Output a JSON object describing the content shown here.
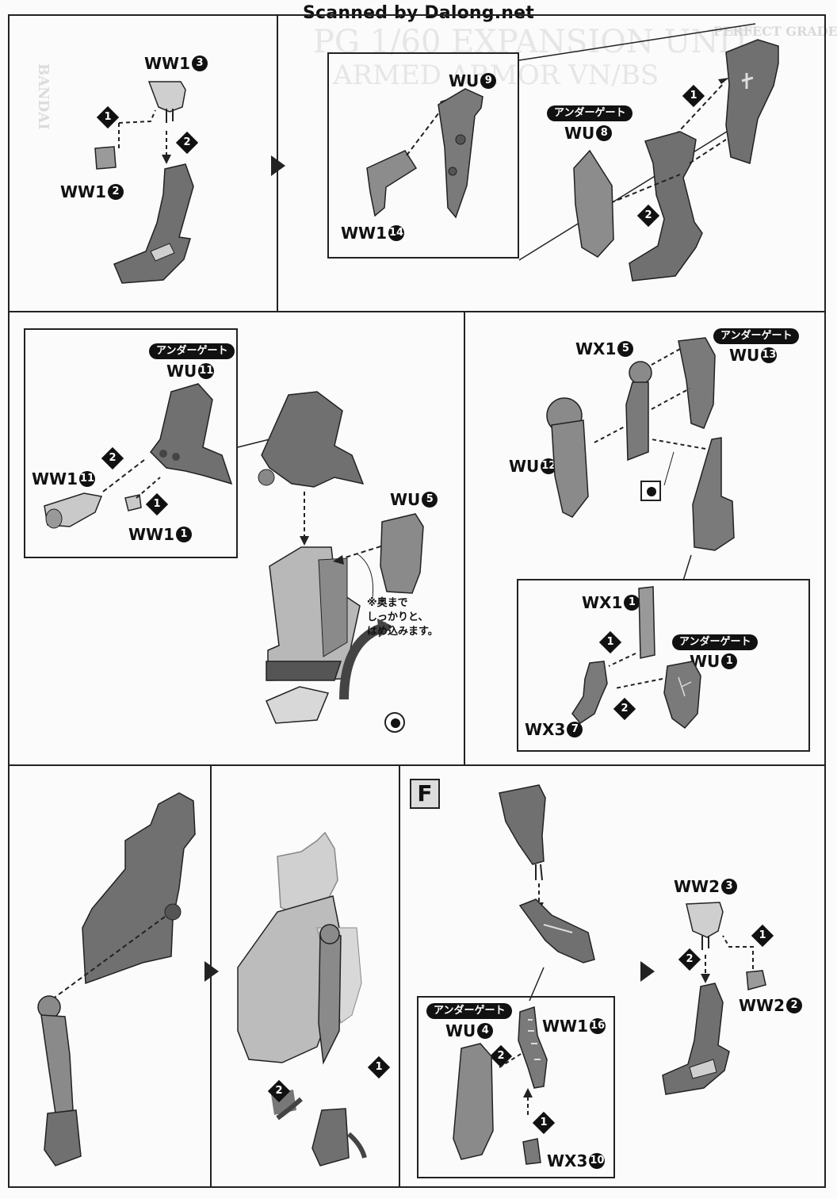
{
  "header": {
    "scan_credit": "Scanned by Dalong.net"
  },
  "watermark": {
    "lines": [
      "PG 1/60 EXPANSION UNIT",
      "ARMED ARMOR VN/BS"
    ],
    "side": "BANDAI",
    "grade": "PERFECT GRADE"
  },
  "labels": {
    "ww1_3": "WW1",
    "ww1_3n": "3",
    "ww1_2": "WW1",
    "ww1_2n": "2",
    "wu_9": "WU",
    "wu_9n": "9",
    "ww1_14": "WW1",
    "ww1_14n": "14",
    "wu_8": "WU",
    "wu_8n": "8",
    "wu_11": "WU",
    "wu_11n": "11",
    "ww1_11": "WW1",
    "ww1_11n": "11",
    "ww1_1": "WW1",
    "ww1_1n": "1",
    "wu_5": "WU",
    "wu_5n": "5",
    "wx1_5": "WX1",
    "wx1_5n": "5",
    "wu_13": "WU",
    "wu_13n": "13",
    "wu_12": "WU",
    "wu_12n": "12",
    "wx1_1": "WX1",
    "wx1_1n": "1",
    "wu_1": "WU",
    "wu_1n": "1",
    "wx3_7": "WX3",
    "wx3_7n": "7",
    "ww2_3": "WW2",
    "ww2_3n": "3",
    "ww2_2": "WW2",
    "ww2_2n": "2",
    "wu_4": "WU",
    "wu_4n": "4",
    "ww1_16": "WW1",
    "ww1_16n": "16",
    "wx3_10": "WX3",
    "wx3_10n": "10"
  },
  "under_gate": "アンダーゲート",
  "note": {
    "line1": "※奥まで",
    "line2": "しっかりと、",
    "line3": "はめ込みます。"
  },
  "section_letter": "F",
  "steps": {
    "one": "1",
    "two": "2"
  },
  "colors": {
    "part_dark": "#6f6f6f",
    "part_mid": "#8a8a8a",
    "part_light": "#c9c9c9",
    "line": "#222222"
  }
}
